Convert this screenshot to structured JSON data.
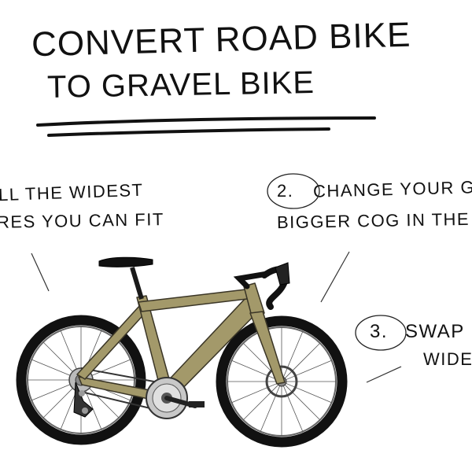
{
  "title": {
    "line1": "CONVERT ROAD BIKE",
    "line2": "TO GRAVEL BIKE"
  },
  "steps": [
    {
      "number": "",
      "line1": "LL THE WIDEST",
      "line2": "RES YOU CAN FIT"
    },
    {
      "number": "2.",
      "line1": "CHANGE YOUR G",
      "line2": "BIGGER COG IN THE"
    },
    {
      "number": "3.",
      "line1": "SWAP",
      "line2": "WIDE"
    }
  ],
  "colors": {
    "frame": "#a3996a",
    "tire": "#111111",
    "ink": "#111111",
    "chrome": "#c8c8c8"
  }
}
